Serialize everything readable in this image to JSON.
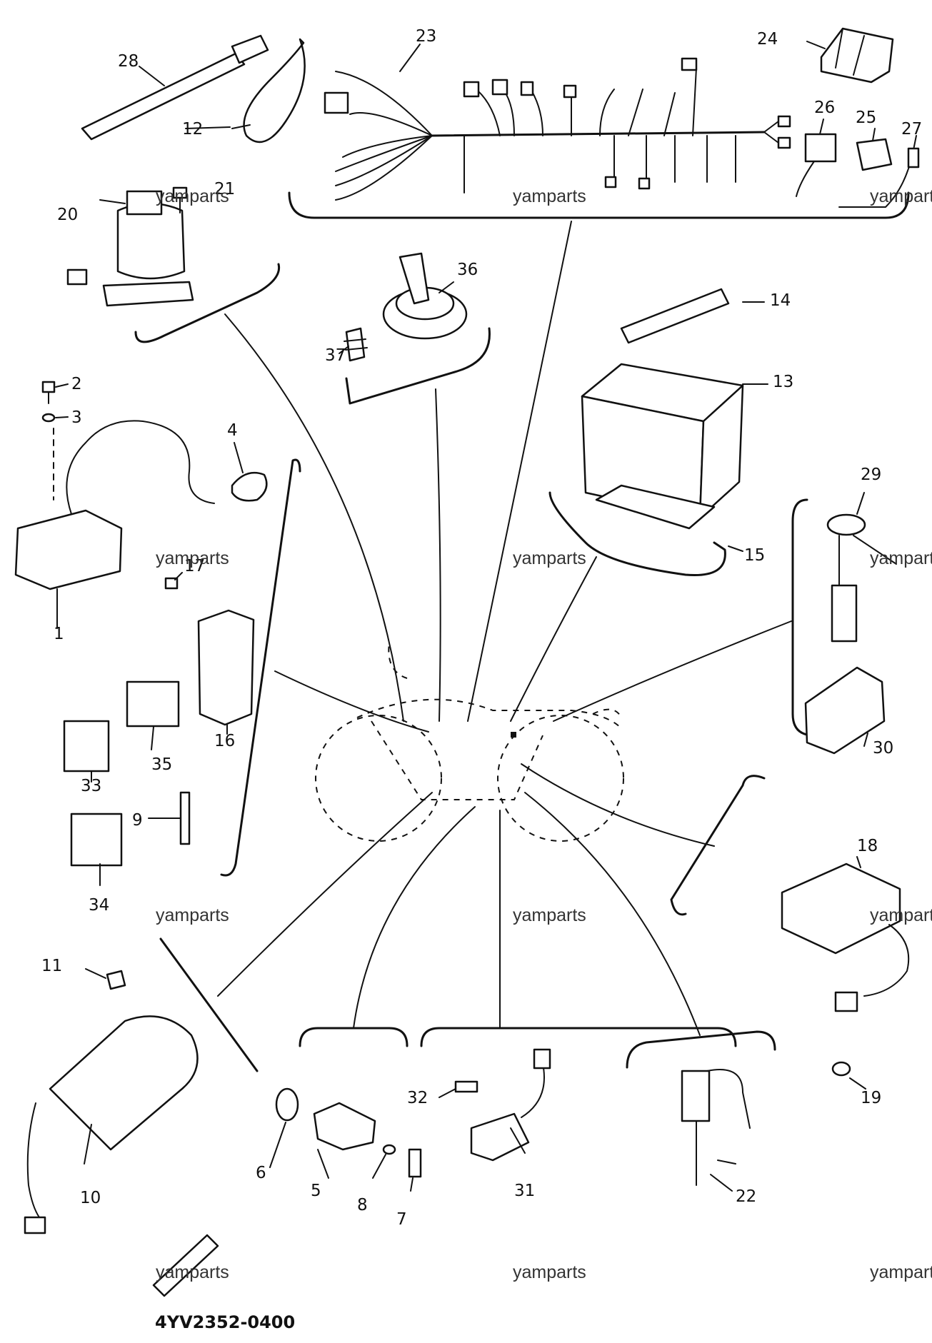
{
  "diagram_code": "4YV2352-0400",
  "watermark": "yamparts",
  "callouts": [
    "1",
    "2",
    "3",
    "4",
    "5",
    "6",
    "7",
    "8",
    "9",
    "10",
    "11",
    "12",
    "13",
    "14",
    "15",
    "16",
    "17",
    "18",
    "19",
    "20",
    "21",
    "22",
    "23",
    "24",
    "25",
    "26",
    "27",
    "28",
    "29",
    "30",
    "31",
    "32",
    "33",
    "34",
    "35",
    "36",
    "37"
  ]
}
